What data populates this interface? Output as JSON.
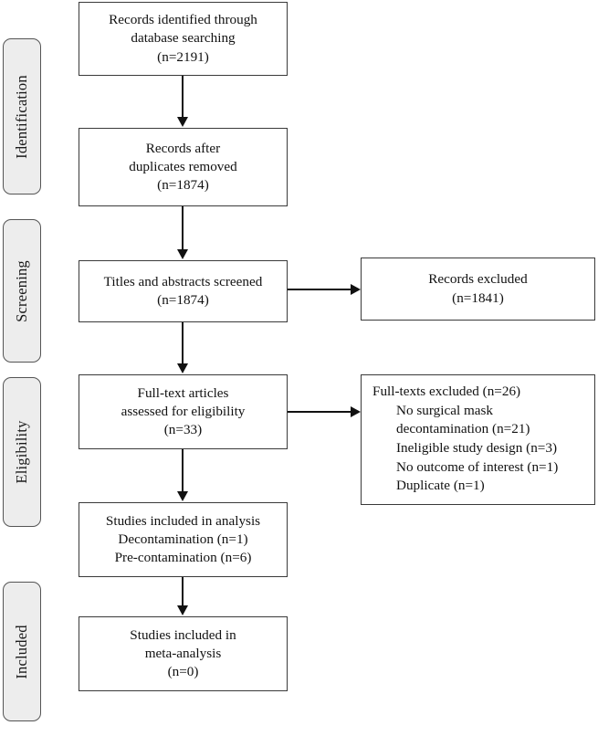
{
  "diagram": {
    "type": "prisma-flow-diagram",
    "stages": [
      {
        "label": "Identification"
      },
      {
        "label": "Screening"
      },
      {
        "label": "Eligibility"
      },
      {
        "label": "Included"
      }
    ],
    "boxes": [
      {
        "id": "records-identified",
        "lines": [
          "Records identified through",
          "database searching",
          "(n=2191)"
        ]
      },
      {
        "id": "records-after-duplicates",
        "lines": [
          "Records after",
          "duplicates removed",
          "(n=1874)"
        ]
      },
      {
        "id": "titles-abstracts-screened",
        "lines": [
          "Titles and abstracts screened",
          "(n=1874)"
        ]
      },
      {
        "id": "fulltext-assessed",
        "lines": [
          "Full-text articles",
          "assessed for eligibility",
          "(n=33)"
        ]
      },
      {
        "id": "studies-included-analysis",
        "lines": [
          "Studies included in analysis",
          "Decontamination (n=1)",
          "Pre-contamination (n=6)"
        ]
      },
      {
        "id": "studies-included-meta",
        "lines": [
          "Studies included in",
          "meta-analysis",
          "(n=0)"
        ]
      }
    ],
    "side_boxes": [
      {
        "id": "records-excluded",
        "lines": [
          "Records excluded",
          "(n=1841)"
        ]
      },
      {
        "id": "fulltexts-excluded",
        "heading": "Full-texts excluded (n=26)",
        "reasons": [
          "No surgical mask",
          "decontamination (n=21)",
          "Ineligible study design (n=3)",
          "No outcome of interest (n=1)",
          "Duplicate (n=1)"
        ]
      }
    ]
  }
}
